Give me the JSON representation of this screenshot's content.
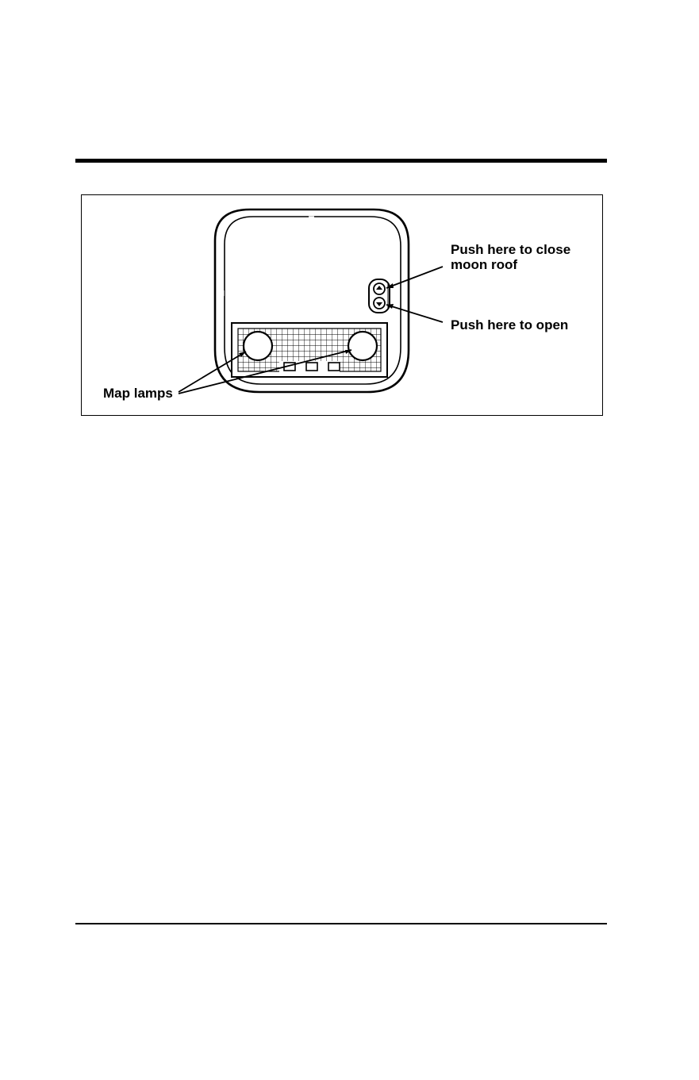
{
  "figure": {
    "labels": {
      "close_line1": "Push here to close",
      "close_line2": "moon roof",
      "open": "Push here to open",
      "map_lamps": "Map lamps"
    },
    "icons": {
      "close_button": "close-arrow-icon",
      "open_button": "open-arrow-icon"
    }
  }
}
